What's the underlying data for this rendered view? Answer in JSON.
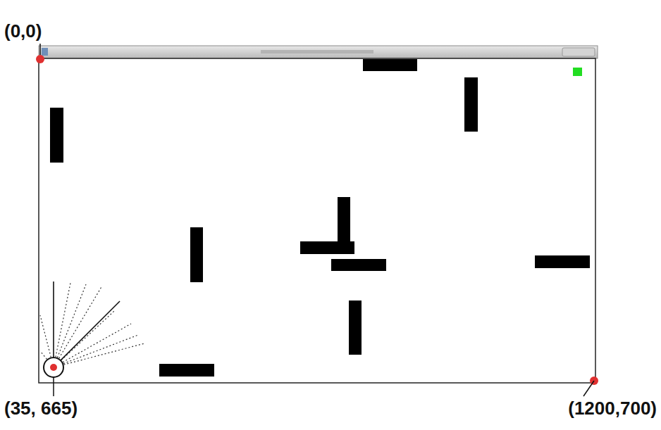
{
  "diagram": {
    "labels": [
      "(0,0)",
      "(35, 665)",
      "(1200,700)"
    ]
  }
}
